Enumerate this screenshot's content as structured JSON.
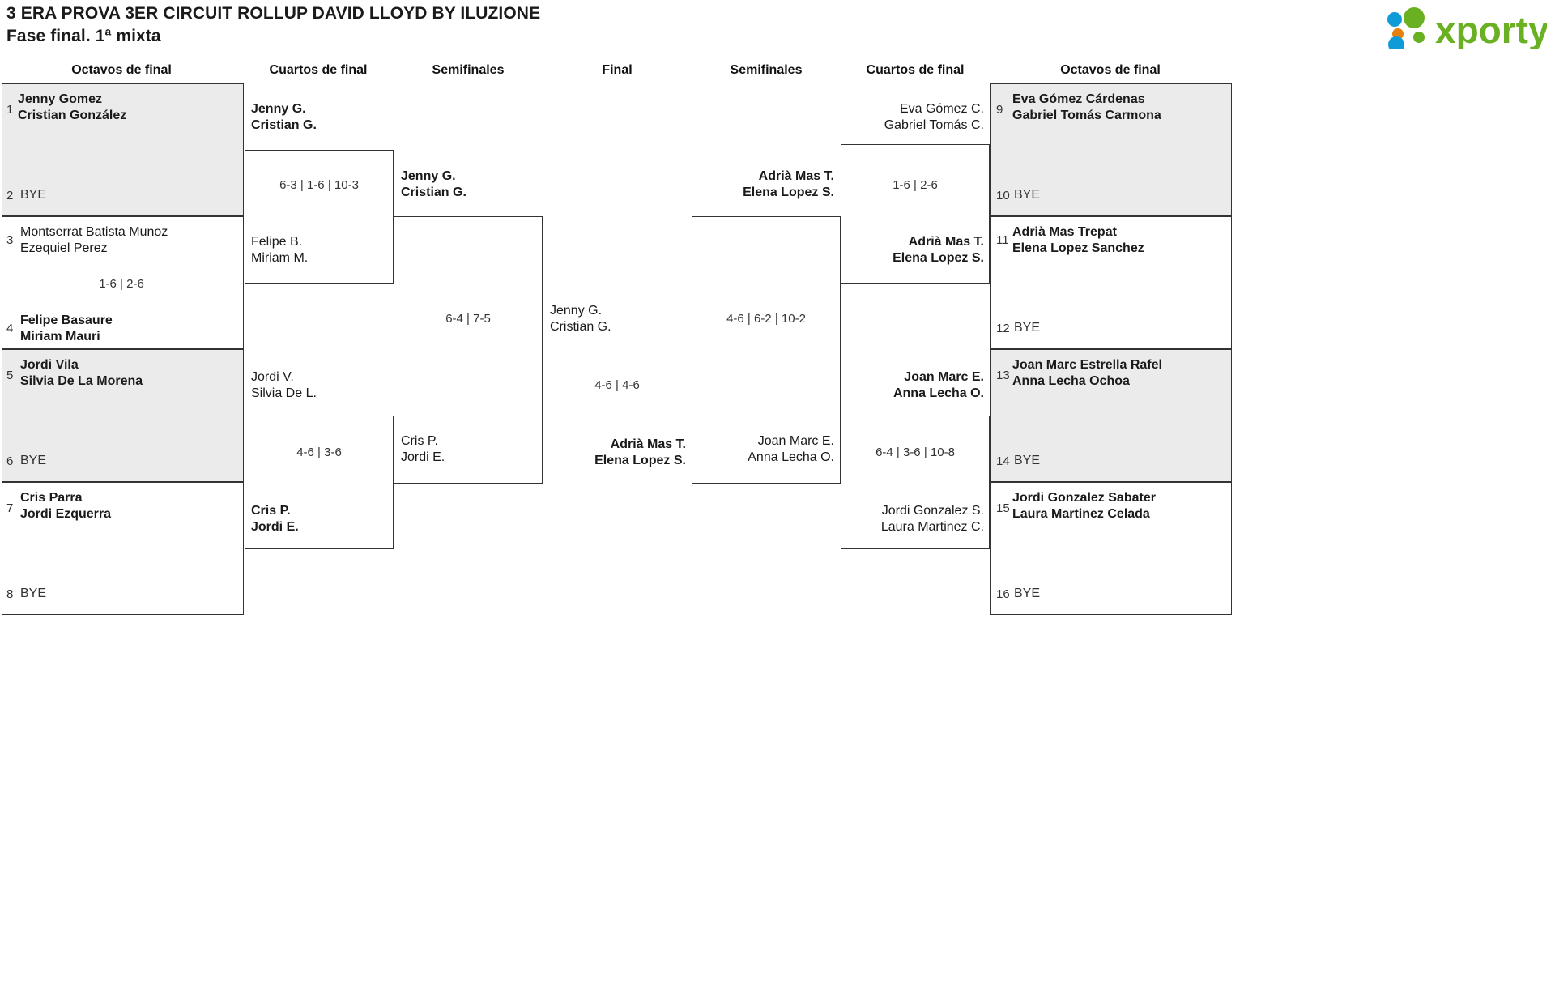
{
  "header": {
    "title_line1": "3 ERA PROVA 3ER CIRCUIT ROLLUP DAVID LLOYD BY ILUZIONE",
    "title_line2": "Fase final. 1ª mixta",
    "logo_text": "xporty",
    "logo_colors": {
      "green": "#6ab023",
      "blue": "#0f9bd7",
      "orange": "#e8800c"
    }
  },
  "round_headings": [
    {
      "label": "Octavos de final"
    },
    {
      "label": "Cuartos de final"
    },
    {
      "label": "Semifinales"
    },
    {
      "label": "Final"
    },
    {
      "label": "Semifinales"
    },
    {
      "label": "Cuartos de final"
    },
    {
      "label": "Octavos de final"
    }
  ],
  "left": {
    "octavos": [
      {
        "seed": "1",
        "line1": "Jenny Gomez",
        "line2": "Cristian González",
        "winner": true,
        "shaded": true,
        "bye": false
      },
      {
        "seed": "2",
        "line1": "BYE",
        "line2": "",
        "winner": false,
        "shaded": true,
        "bye": true
      },
      {
        "seed": "3",
        "line1": "Montserrat Batista Munoz",
        "line2": "Ezequiel Perez",
        "winner": false,
        "shaded": false,
        "bye": false
      },
      {
        "seed": "4",
        "line1": "Felipe Basaure",
        "line2": "Miriam Mauri",
        "winner": true,
        "shaded": false,
        "bye": false
      },
      {
        "seed": "5",
        "line1": "Jordi Vila",
        "line2": "Silvia De La Morena",
        "winner": true,
        "shaded": true,
        "bye": false
      },
      {
        "seed": "6",
        "line1": "BYE",
        "line2": "",
        "winner": false,
        "shaded": true,
        "bye": true
      },
      {
        "seed": "7",
        "line1": "Cris Parra",
        "line2": "Jordi Ezquerra",
        "winner": true,
        "shaded": false,
        "bye": false
      },
      {
        "seed": "8",
        "line1": "BYE",
        "line2": "",
        "winner": false,
        "shaded": false,
        "bye": true
      }
    ],
    "octavos_scores": [
      {
        "value": ""
      },
      {
        "value": "1-6 | 2-6"
      },
      {
        "value": ""
      },
      {
        "value": ""
      }
    ],
    "cuartos": [
      {
        "line1": "Jenny G.",
        "line2": "Cristian G.",
        "winner": true
      },
      {
        "line1": "Felipe B.",
        "line2": "Miriam M.",
        "winner": false
      },
      {
        "line1": "Jordi V.",
        "line2": "Silvia De L.",
        "winner": false
      },
      {
        "line1": "Cris P.",
        "line2": "Jordi E.",
        "winner": true
      }
    ],
    "cuartos_scores": [
      {
        "value": "6-3 | 1-6 | 10-3"
      },
      {
        "value": "4-6 | 3-6"
      }
    ],
    "semis": [
      {
        "line1": "Jenny G.",
        "line2": "Cristian G.",
        "winner": true
      },
      {
        "line1": "Cris P.",
        "line2": "Jordi E.",
        "winner": false
      }
    ],
    "semis_scores": [
      {
        "value": "6-4 | 7-5"
      }
    ],
    "finalist": {
      "line1": "Jenny G.",
      "line2": "Cristian G.",
      "winner": false
    }
  },
  "final": {
    "score": "4-6 | 4-6"
  },
  "right": {
    "octavos": [
      {
        "seed": "9",
        "line1": "Eva Gómez Cárdenas",
        "line2": "Gabriel Tomás Carmona",
        "winner": true,
        "shaded": true,
        "bye": false
      },
      {
        "seed": "10",
        "line1": "BYE",
        "line2": "",
        "winner": false,
        "shaded": true,
        "bye": true
      },
      {
        "seed": "11",
        "line1": "Adrià Mas Trepat",
        "line2": "Elena Lopez Sanchez",
        "winner": true,
        "shaded": false,
        "bye": false
      },
      {
        "seed": "12",
        "line1": "BYE",
        "line2": "",
        "winner": false,
        "shaded": false,
        "bye": true
      },
      {
        "seed": "13",
        "line1": "Joan Marc Estrella Rafel",
        "line2": "Anna Lecha Ochoa",
        "winner": true,
        "shaded": true,
        "bye": false
      },
      {
        "seed": "14",
        "line1": "BYE",
        "line2": "",
        "winner": false,
        "shaded": true,
        "bye": true
      },
      {
        "seed": "15",
        "line1": "Jordi Gonzalez Sabater",
        "line2": "Laura Martinez Celada",
        "winner": true,
        "shaded": false,
        "bye": false
      },
      {
        "seed": "16",
        "line1": "BYE",
        "line2": "",
        "winner": false,
        "shaded": false,
        "bye": true
      }
    ],
    "cuartos": [
      {
        "line1": "Eva Gómez C.",
        "line2": "Gabriel Tomás C.",
        "winner": false
      },
      {
        "line1": "Adrià Mas T.",
        "line2": "Elena Lopez S.",
        "winner": true
      },
      {
        "line1": "Joan Marc E.",
        "line2": "Anna Lecha O.",
        "winner": true
      },
      {
        "line1": "Jordi Gonzalez S.",
        "line2": "Laura Martinez C.",
        "winner": false
      }
    ],
    "cuartos_scores": [
      {
        "value": "1-6 | 2-6"
      },
      {
        "value": "6-4 | 3-6 | 10-8"
      }
    ],
    "semis": [
      {
        "line1": "Adrià Mas T.",
        "line2": "Elena Lopez S.",
        "winner": true
      },
      {
        "line1": "Joan Marc E.",
        "line2": "Anna Lecha O.",
        "winner": false
      }
    ],
    "semis_scores": [
      {
        "value": "4-6 | 6-2 | 10-2"
      }
    ],
    "finalist": {
      "line1": "Adrià Mas T.",
      "line2": "Elena Lopez S.",
      "winner": true
    }
  }
}
